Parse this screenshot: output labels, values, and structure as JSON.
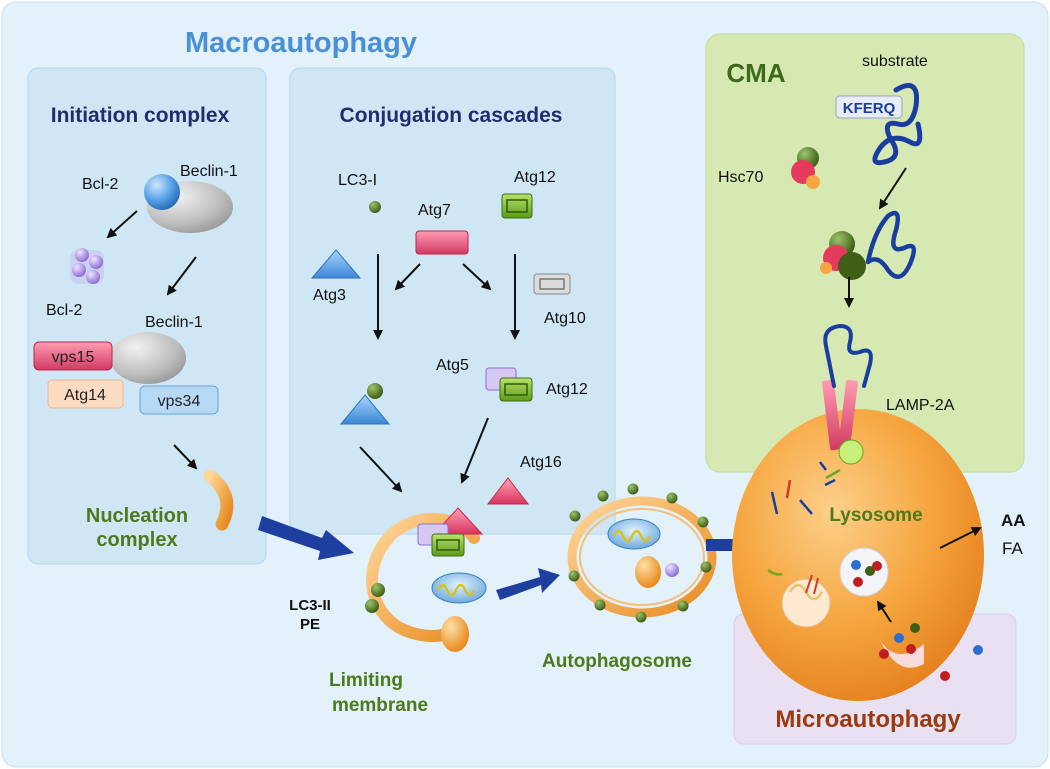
{
  "sections": {
    "macroautophagy": "Macroautophagy",
    "initiation": "Initiation complex",
    "conjugation": "Conjugation cascades",
    "cma": "CMA",
    "microautophagy": "Microautophagy"
  },
  "labels": {
    "bcl2_top": "Bcl-2",
    "beclin1_top": "Beclin-1",
    "bcl2_mid": "Bcl-2",
    "beclin1_mid": "Beclin-1",
    "vps15": "vps15",
    "atg14": "Atg14",
    "vps34": "vps34",
    "nucleation_1": "Nucleation",
    "nucleation_2": "complex",
    "lc3i": "LC3-I",
    "atg7": "Atg7",
    "atg12_top": "Atg12",
    "atg3": "Atg3",
    "atg10": "Atg10",
    "atg5": "Atg5",
    "atg12_mid": "Atg12",
    "atg16": "Atg16",
    "lc3ii": "LC3-II",
    "pe": "PE",
    "limiting_1": "Limiting",
    "limiting_2": "membrane",
    "autophagosome": "Autophagosome",
    "lysosome": "Lysosome",
    "aa": "AA",
    "fa": "FA",
    "substrate": "substrate",
    "kferq": "KFERQ",
    "hsc70": "Hsc70",
    "lamp2a": "LAMP-2A"
  },
  "colors": {
    "title_blue": "#4a90d9",
    "title_dark": "#1f2f6e",
    "green_text": "#4d7a1c",
    "cma_title": "#3d6a1a",
    "micro_title": "#9a3a10",
    "macro_panel": "#d2e8f6",
    "cma_panel": "#d7e9b4",
    "micro_panel": "#e8e0f0",
    "lysosome": "#f39a2e",
    "arrow_blue": "#1f3fa0"
  }
}
